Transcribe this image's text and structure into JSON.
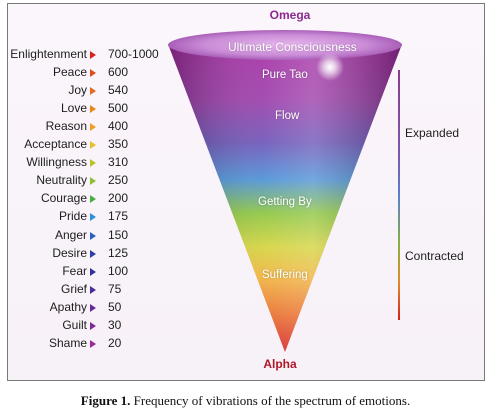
{
  "diagram": {
    "top_label": "Omega",
    "bottom_label": "Alpha",
    "cone_labels": [
      "Ultimate Consciousness",
      "Pure Tao",
      "Flow",
      "Getting By",
      "Suffering"
    ],
    "side_labels": {
      "upper": "Expanded",
      "lower": "Contracted"
    }
  },
  "levels": [
    {
      "name": "Enlightenment",
      "value": "700-1000",
      "color": "#d8221e"
    },
    {
      "name": "Peace",
      "value": "600",
      "color": "#e04a1c"
    },
    {
      "name": "Joy",
      "value": "540",
      "color": "#e56a1e"
    },
    {
      "name": "Love",
      "value": "500",
      "color": "#e8861f"
    },
    {
      "name": "Reason",
      "value": "400",
      "color": "#eba126"
    },
    {
      "name": "Acceptance",
      "value": "350",
      "color": "#e7bf2a"
    },
    {
      "name": "Willingness",
      "value": "310",
      "color": "#b7c22e"
    },
    {
      "name": "Neutrality",
      "value": "250",
      "color": "#8fbd33"
    },
    {
      "name": "Courage",
      "value": "200",
      "color": "#4cae45"
    },
    {
      "name": "Pride",
      "value": "175",
      "color": "#2f8fd8"
    },
    {
      "name": "Anger",
      "value": "150",
      "color": "#2d5fc0"
    },
    {
      "name": "Desire",
      "value": "125",
      "color": "#2b3fa8"
    },
    {
      "name": "Fear",
      "value": "100",
      "color": "#33309a"
    },
    {
      "name": "Grief",
      "value": "75",
      "color": "#4a2d98"
    },
    {
      "name": "Apathy",
      "value": "50",
      "color": "#652c9a"
    },
    {
      "name": "Guilt",
      "value": "30",
      "color": "#7d2b99"
    },
    {
      "name": "Shame",
      "value": "20",
      "color": "#952a98"
    }
  ],
  "caption": {
    "prefix": "Figure 1.",
    "text": " Frequency of vibrations of the spectrum of emotions."
  }
}
